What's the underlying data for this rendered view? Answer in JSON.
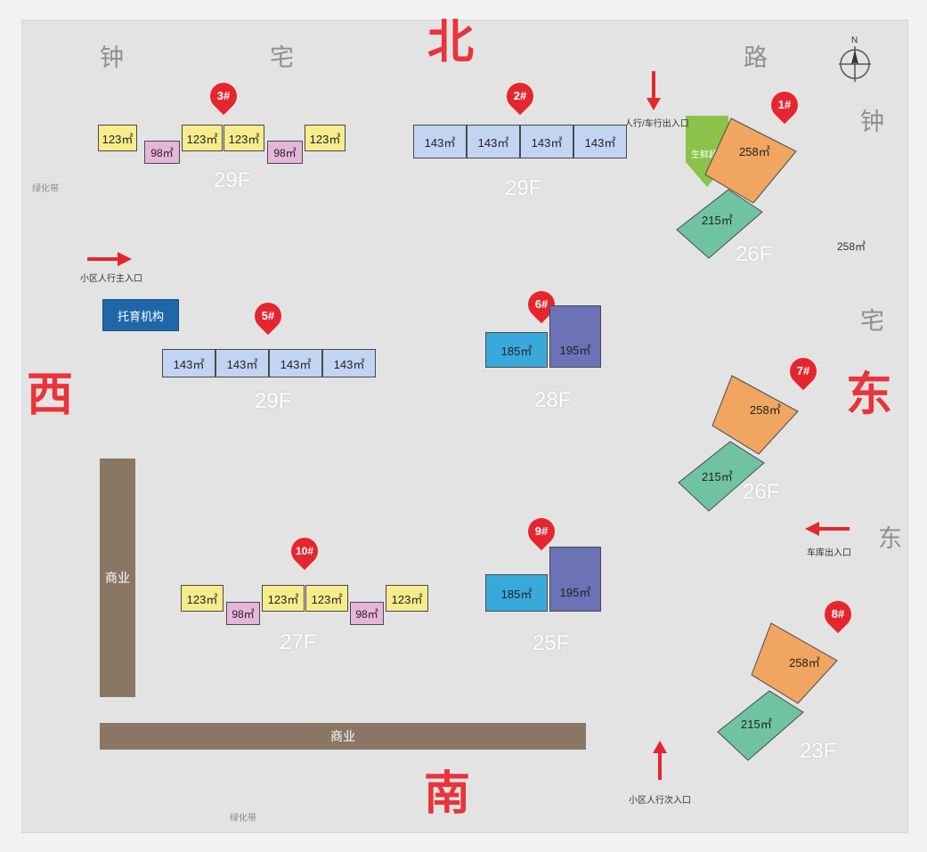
{
  "directions": {
    "north": "北",
    "south": "南",
    "west": "西",
    "east": "东"
  },
  "compass_letter": "N",
  "roads": {
    "north": [
      "钟",
      "宅",
      "路"
    ],
    "east": [
      "钟",
      "宅",
      "东"
    ]
  },
  "greenbelt": [
    "绿化带",
    "绿化带"
  ],
  "labels": {
    "north_entrance": "人行/车行出入口",
    "west_entrance": "小区人行主入口",
    "south_entrance": "小区人行次入口",
    "garage_entrance": "车库出入口",
    "childcare": "托育机构",
    "supermarket": "生鲜超市",
    "commerce_vertical": "商业",
    "commerce_horizontal": "商业",
    "outside_area": "258㎡"
  },
  "buildings": {
    "b1": {
      "pin": "1#",
      "floors": "26F",
      "units": [
        "258㎡",
        "215㎡"
      ]
    },
    "b2": {
      "pin": "2#",
      "floors": "29F",
      "units": [
        "143㎡",
        "143㎡",
        "143㎡",
        "143㎡"
      ]
    },
    "b3": {
      "pin": "3#",
      "floors": "29F",
      "units": [
        "123㎡",
        "98㎡",
        "123㎡",
        "123㎡",
        "98㎡",
        "123㎡"
      ]
    },
    "b5": {
      "pin": "5#",
      "floors": "29F",
      "units": [
        "143㎡",
        "143㎡",
        "143㎡",
        "143㎡"
      ]
    },
    "b6": {
      "pin": "6#",
      "floors": "28F",
      "units": [
        "185㎡",
        "195㎡"
      ]
    },
    "b7": {
      "pin": "7#",
      "floors": "26F",
      "units": [
        "258㎡",
        "215㎡"
      ]
    },
    "b8": {
      "pin": "8#",
      "floors": "23F",
      "units": [
        "258㎡",
        "215㎡"
      ]
    },
    "b9": {
      "pin": "9#",
      "floors": "25F",
      "units": [
        "185㎡",
        "195㎡"
      ]
    },
    "b10": {
      "pin": "10#",
      "floors": "27F",
      "units": [
        "123㎡",
        "98㎡",
        "123㎡",
        "123㎡",
        "98㎡",
        "123㎡"
      ]
    }
  },
  "colors": {
    "direction_red": "#e8343a",
    "unit_123": "#f6ec8c",
    "unit_98": "#e5b6da",
    "unit_143": "#c3d3f2",
    "unit_185": "#39a9dc",
    "unit_195": "#6b72b6",
    "unit_258": "#f0a560",
    "unit_215": "#6fc3a3",
    "commerce": "#8a7665",
    "childcare": "#1f67a9",
    "supermarket": "#8bc34a"
  }
}
